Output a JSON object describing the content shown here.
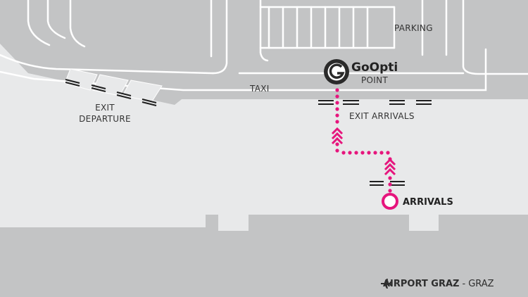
{
  "map": {
    "labels": {
      "parking": "PARKING",
      "taxi": "TAXI",
      "exit_departure_line1": "EXIT",
      "exit_departure_line2": "DEPARTURE",
      "exit_arrivals": "EXIT ARRIVALS",
      "arrivals": "ARRIVALS"
    },
    "meeting_point": {
      "logo_text": "GoOpti",
      "subtitle": "POINT",
      "icon": "goopti-logo-icon"
    },
    "footer": {
      "icon": "airplane-icon",
      "airport": "AIRPORT GRAZ",
      "separator": "-",
      "city": "GRAZ"
    },
    "colors": {
      "background": "#e8e9ea",
      "building": "#c3c4c5",
      "road_lines": "#ffffff",
      "route": "#e6157d",
      "text": "#333333"
    }
  }
}
